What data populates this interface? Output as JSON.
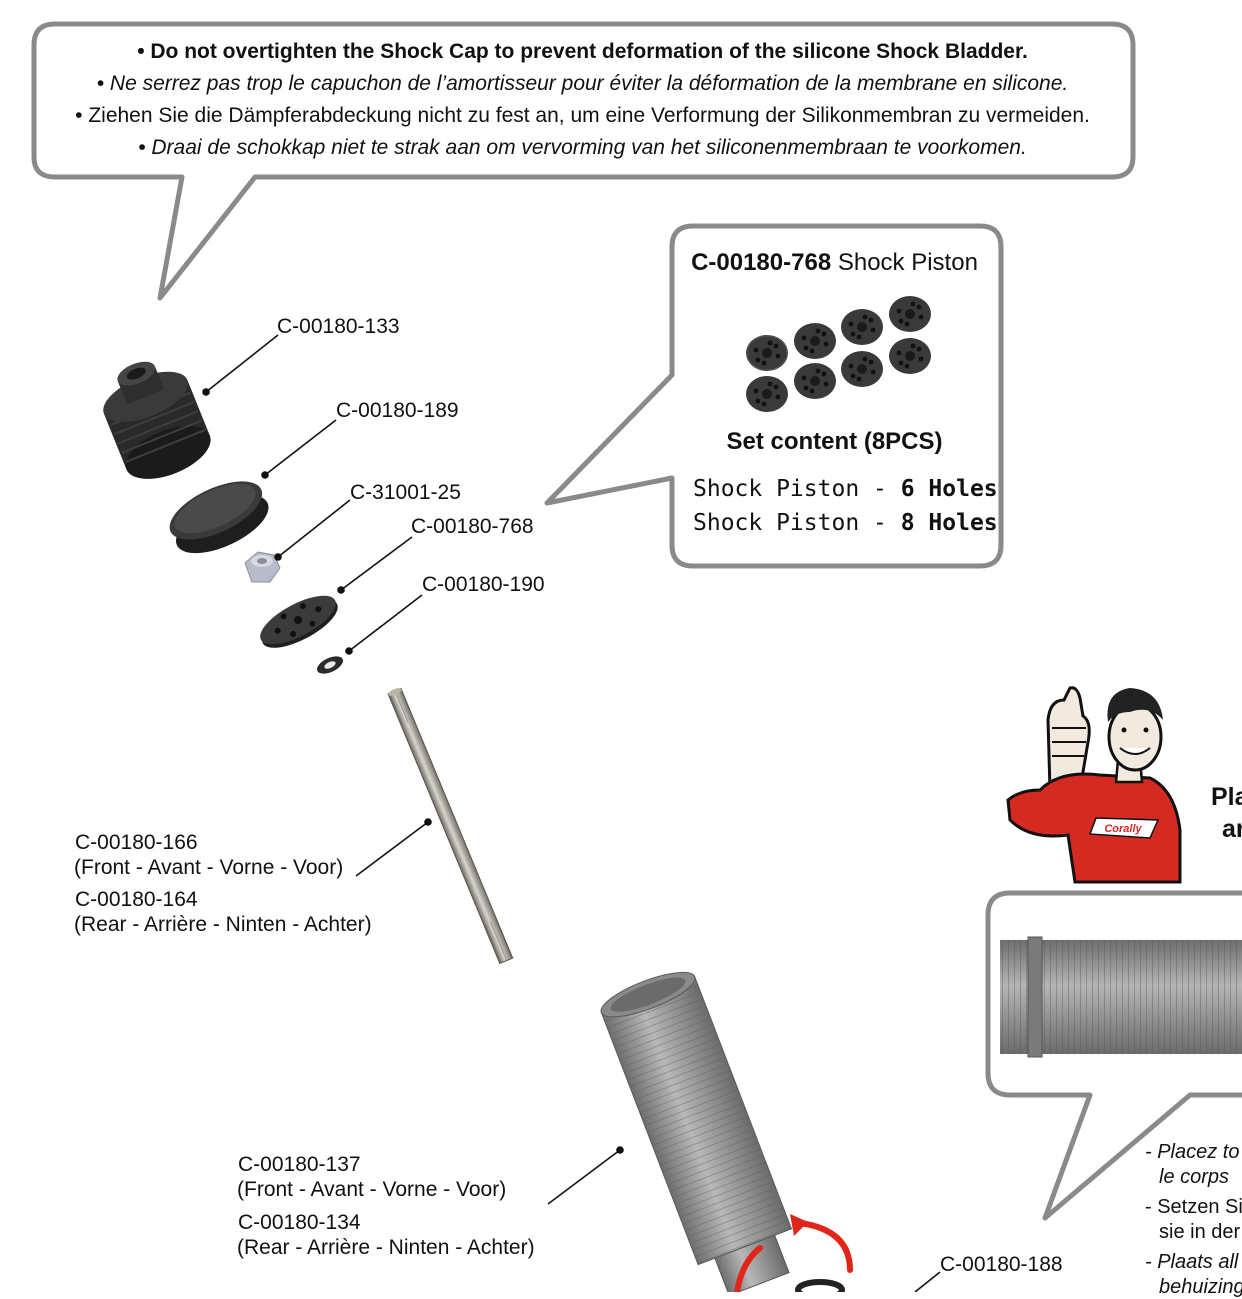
{
  "warning_note": {
    "en": "• Do not overtighten the Shock Cap to prevent deformation of the silicone Shock Bladder.",
    "fr": "• Ne serrez pas trop le capuchon de l’amortisseur pour éviter la déformation de la membrane en silicone.",
    "de": "• Ziehen Sie die Dämpferabdeckung nicht zu fest an, um eine Verformung der Silikonmembran zu vermeiden.",
    "nl": "• Draai de schokkap niet te strak aan om vervorming van het siliconenmembraan te voorkomen."
  },
  "piston_callout": {
    "part_number": "C-00180-768",
    "part_name": " Shock Piston",
    "set_content": "Set content (8PCS)",
    "line1_label": "Shock Piston - ",
    "line1_value": "6 Holes",
    "line2_label": "Shock Piston - ",
    "line2_value": "8 Holes"
  },
  "parts": {
    "cap": "C-00180-133",
    "bladder": "C-00180-189",
    "nut": "C-31001-25",
    "piston": "C-00180-768",
    "washer": "C-00180-190",
    "shaft_front": "C-00180-166",
    "shaft_front_sub": "(Front - Avant - Vorne - Voor)",
    "shaft_rear": "C-00180-164",
    "shaft_rear_sub": "(Rear - Arrière - Ninten - Achter)",
    "body_front": "C-00180-137",
    "body_front_sub": "(Front - Avant - Vorne - Voor)",
    "body_rear": "C-00180-134",
    "body_rear_sub": "(Rear - Arrière - Ninten - Achter)",
    "oring": "C-00180-188"
  },
  "mascot": {
    "shirt_logo": "Corally",
    "side_text_1": "Pla",
    "side_text_2": "ar"
  },
  "side_instructions": {
    "fr_1": "- Placez to",
    "fr_2": "le corps",
    "de_1": "- Setzen Si",
    "de_2": "sie in der",
    "nl_1": "- Plaats all",
    "nl_2": "behuizing"
  },
  "colors": {
    "callout_border": "#8a8a8a",
    "arrow_red": "#e0261b",
    "shirt_red": "#d42a22",
    "part_dark": "#2a2a2a",
    "body_grey": "#9a9a9a"
  }
}
